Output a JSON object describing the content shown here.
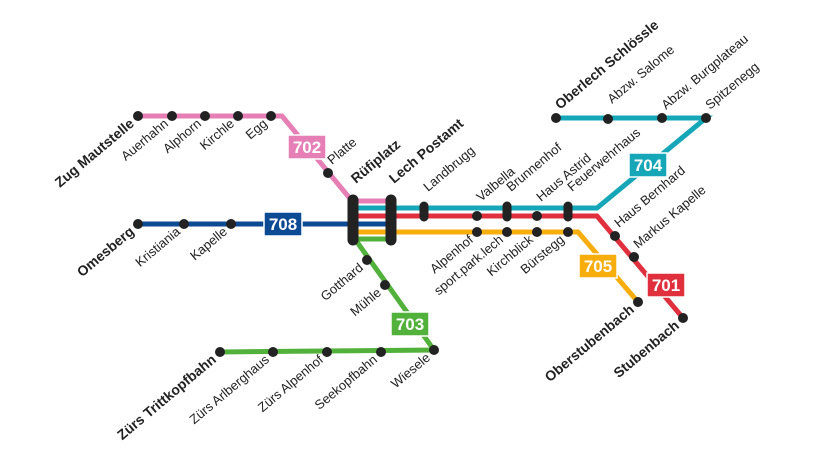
{
  "colors": {
    "702": "#e67fb5",
    "708": "#0d4a94",
    "704": "#15a6b8",
    "701": "#e0303e",
    "705": "#f7ae0c",
    "703": "#52b13a",
    "stop": "#222222"
  },
  "lines": [
    {
      "number": "702",
      "color_key": "702"
    },
    {
      "number": "708",
      "color_key": "708"
    },
    {
      "number": "704",
      "color_key": "704"
    },
    {
      "number": "701",
      "color_key": "701"
    },
    {
      "number": "705",
      "color_key": "705"
    },
    {
      "number": "703",
      "color_key": "703"
    }
  ],
  "hubs": [
    "Rüfiplatz",
    "Lech Postamt"
  ],
  "stations": {
    "zug_mautstelle": "Zug Mautstelle",
    "auerhahn": "Auerhahn",
    "alphorn": "Alphorn",
    "kirchle": "Kirchle",
    "egg": "Egg",
    "platte": "Platte",
    "omesberg": "Omesberg",
    "kristiania": "Kristiania",
    "kapelle": "Kapelle",
    "landbrugg": "Landbrugg",
    "valbella": "Valbella",
    "brunnenhof": "Brunnenhof",
    "haus_astrid": "Haus Astrid",
    "feuerwehrhaus": "Feuerwehrhaus",
    "oberlech_schloessle": "Oberlech Schlössle",
    "abzw_salome": "Abzw. Salome",
    "abzw_burgplateau": "Abzw. Burgplateau",
    "spitzenegg": "Spitzenegg",
    "haus_bernhard": "Haus Bernhard",
    "markus_kapelle": "Markus Kapelle",
    "stubenbach": "Stubenbach",
    "alpenhof": "Alpenhof",
    "sport_park_lech": "sport.park.lech",
    "kirchblick": "Kirchblick",
    "buerstegg": "Bürstegg",
    "oberstubenbach": "Oberstubenbach",
    "gotthard": "Gotthard",
    "muehle": "Mühle",
    "wiesele": "Wiesele",
    "seekopfbahn": "Seekopfbahn",
    "zuers_alpenhof": "Zürs Alpenhof",
    "zuers_arlberghaus": "Zürs Arlberghaus",
    "zuers_trittkopfbahn": "Zürs Trittkopfbahn"
  }
}
